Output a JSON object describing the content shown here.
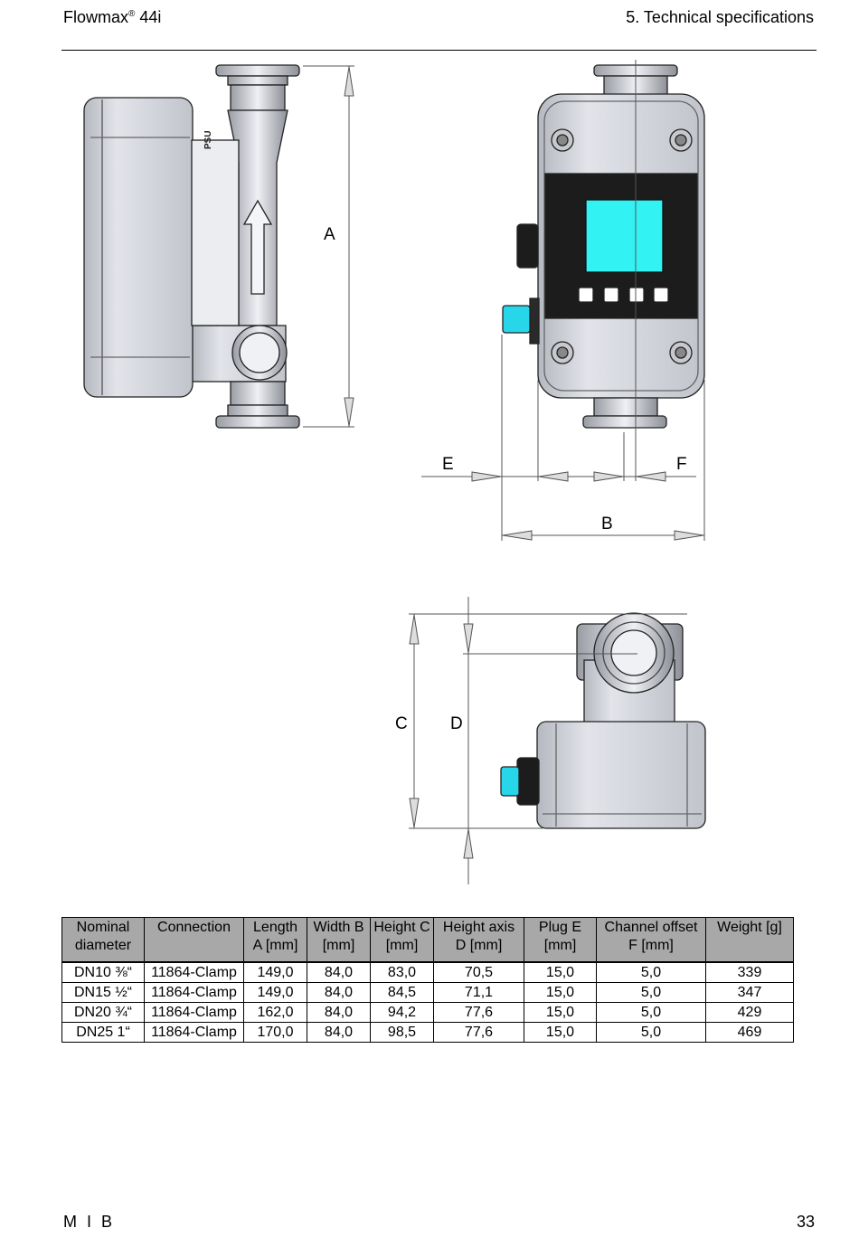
{
  "header": {
    "product": "Flowmax",
    "reg": "®",
    "model": "44i",
    "section": "5. Technical specifications"
  },
  "drawing": {
    "label_a": "A",
    "label_b": "B",
    "label_c": "C",
    "label_d": "D",
    "label_e": "E",
    "label_f": "F",
    "body_marking": "PSU"
  },
  "table": {
    "headers": [
      [
        "Nominal",
        "diameter"
      ],
      [
        "Connection",
        ""
      ],
      [
        "Length",
        "A [mm]"
      ],
      [
        "Width B",
        "[mm]"
      ],
      [
        "Height C",
        "[mm]"
      ],
      [
        "Height axis",
        "D [mm]"
      ],
      [
        "Plug E",
        "[mm]"
      ],
      [
        "Channel offset",
        "F [mm]"
      ],
      [
        "Weight [g]",
        ""
      ]
    ],
    "rows": [
      [
        "DN10 ⅜“",
        "11864-Clamp",
        "149,0",
        "84,0",
        "83,0",
        "70,5",
        "15,0",
        "5,0",
        "339"
      ],
      [
        "DN15 ½“",
        "11864-Clamp",
        "149,0",
        "84,0",
        "84,5",
        "71,1",
        "15,0",
        "5,0",
        "347"
      ],
      [
        "DN20 ¾“",
        "11864-Clamp",
        "162,0",
        "84,0",
        "94,2",
        "77,6",
        "15,0",
        "5,0",
        "429"
      ],
      [
        "DN25 1“",
        "11864-Clamp",
        "170,0",
        "84,0",
        "98,5",
        "77,6",
        "15,0",
        "5,0",
        "469"
      ]
    ]
  },
  "footer": {
    "left": "M I B",
    "page": "33"
  }
}
